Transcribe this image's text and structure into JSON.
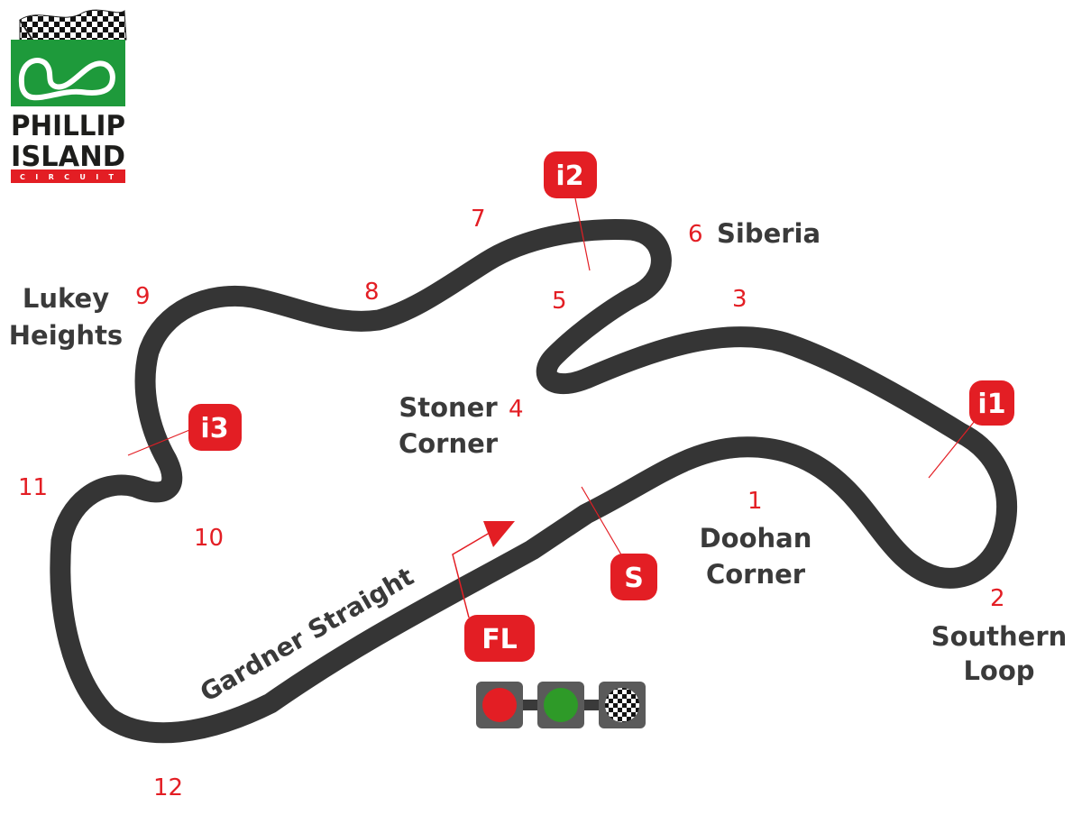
{
  "logo": {
    "line1": "PHILLIP",
    "line2": "ISLAND",
    "line3": "CIRCUIT"
  },
  "colors": {
    "track": "#353535",
    "accent": "#e31e24",
    "label": "#3a3a3a",
    "logo_green": "#1e9a3b",
    "light_green": "#2e9a28",
    "light_red": "#e31e24"
  },
  "turns": [
    "1",
    "2",
    "3",
    "4",
    "5",
    "6",
    "7",
    "8",
    "9",
    "10",
    "11",
    "12"
  ],
  "corners": {
    "doohan": [
      "Doohan",
      "Corner"
    ],
    "southern": [
      "Southern",
      "Loop"
    ],
    "stoner": [
      "Stoner",
      "Corner"
    ],
    "siberia": "Siberia",
    "lukey": [
      "Lukey",
      "Heights"
    ]
  },
  "straight": "Gardner Straight",
  "markers": {
    "i1": "i1",
    "i2": "i2",
    "i3": "i3",
    "start": "S",
    "finish_line": "FL"
  },
  "legend": {
    "lights": [
      "red-light-icon",
      "green-light-icon",
      "chequered-flag-icon"
    ]
  }
}
